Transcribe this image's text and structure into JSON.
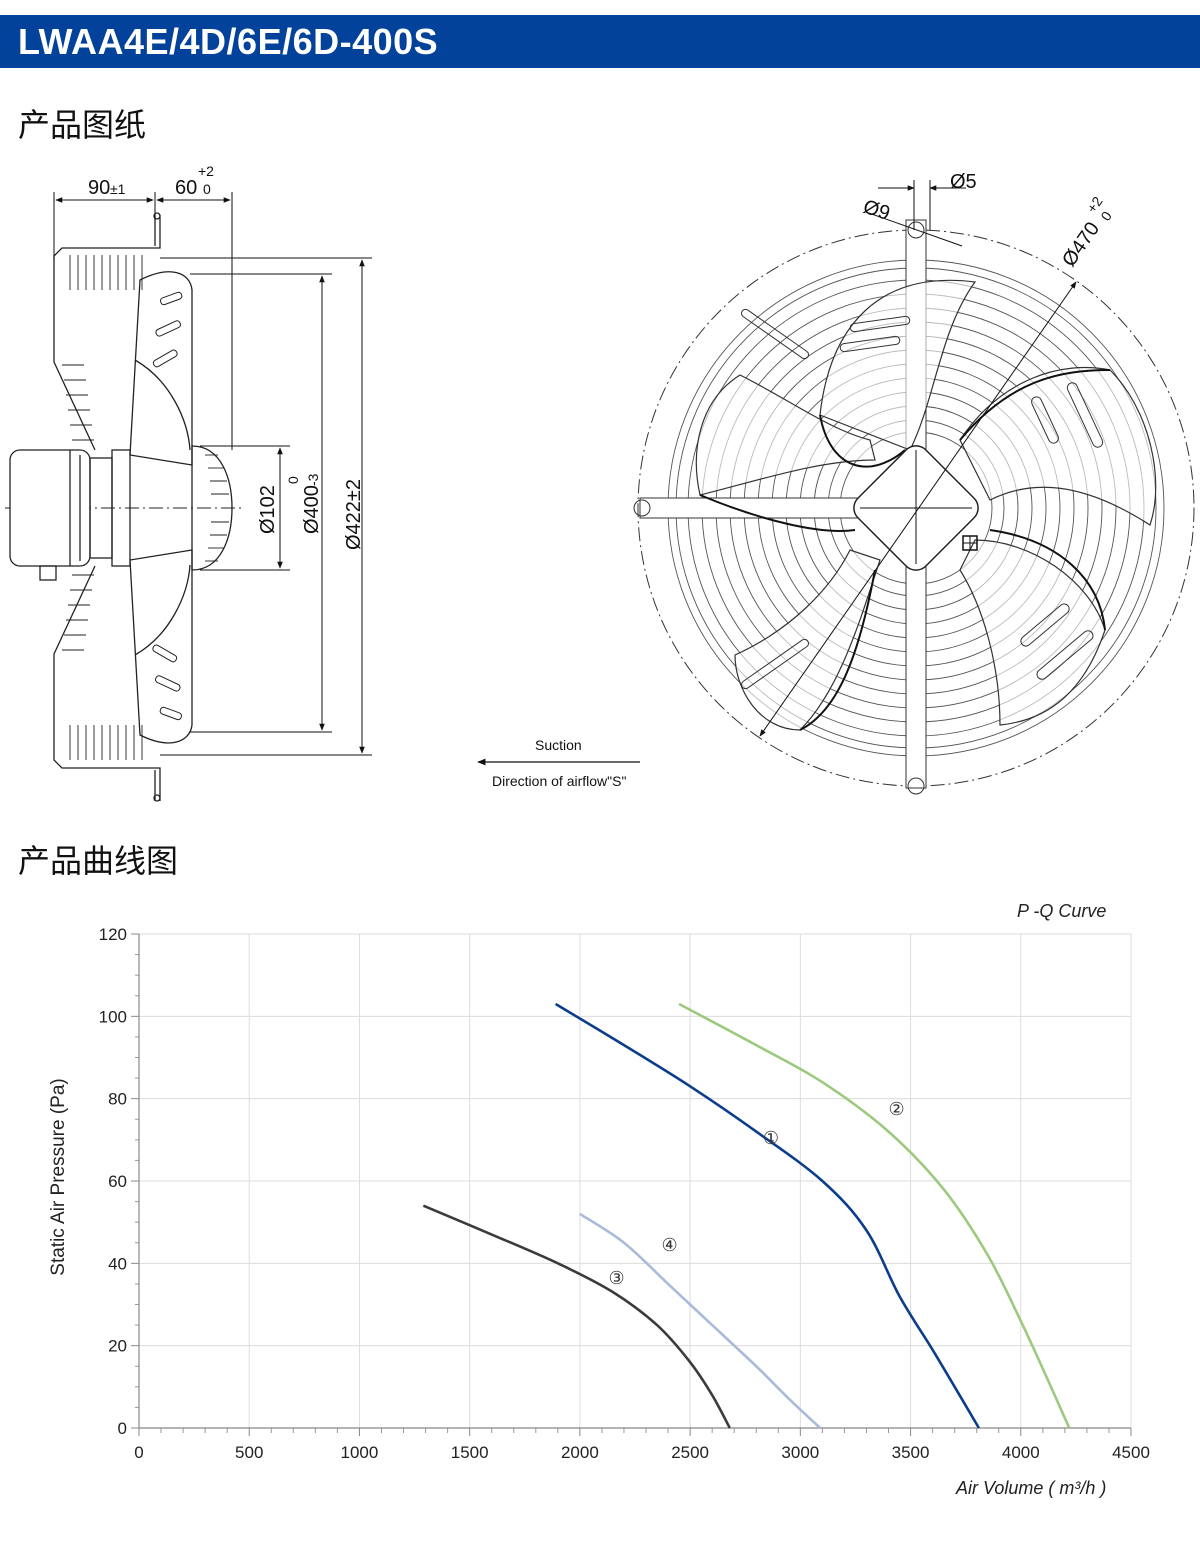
{
  "header": {
    "title": "LWAA4E/4D/6E/6D-400S",
    "color": "#03429a"
  },
  "sections": {
    "drawing_heading": "产品图纸",
    "curve_heading": "产品曲线图"
  },
  "drawing": {
    "side_view": {
      "dim_depth": "90",
      "dim_depth_tol": "±1",
      "dim_inlet": "60",
      "dim_inlet_tol_upper": "+2",
      "dim_inlet_tol_lower": "0",
      "dim_hub": "Ø102",
      "dim_blade": "Ø400",
      "dim_blade_tol_upper": "0",
      "dim_blade_tol_lower": "-3",
      "dim_guard": "Ø422±2"
    },
    "front_view": {
      "dim_slot_outer": "Ø9",
      "dim_slot_inner": "Ø5",
      "dim_mount": "Ø470",
      "dim_mount_tol_upper": "+2",
      "dim_mount_tol_lower": "0"
    },
    "airflow": {
      "suction_label": "Suction",
      "direction_label": "Direction of airflow\"S\""
    }
  },
  "chart_data": {
    "type": "line",
    "title": "P -Q Curve",
    "xlabel": "Air Volume ( m³/h )",
    "ylabel": "Static Air Pressure  (Pa)",
    "xlim": [
      0,
      4500
    ],
    "ylim": [
      0,
      120
    ],
    "x_ticks": [
      0,
      500,
      1000,
      1500,
      2000,
      2500,
      3000,
      3500,
      4000,
      4500
    ],
    "y_ticks": [
      0,
      20,
      40,
      60,
      80,
      100,
      120
    ],
    "grid": true,
    "series": [
      {
        "name": "①",
        "color": "#0b3d8c",
        "points": [
          [
            1890,
            103
          ],
          [
            2200,
            93
          ],
          [
            2500,
            83
          ],
          [
            2800,
            72
          ],
          [
            3100,
            60
          ],
          [
            3300,
            48
          ],
          [
            3450,
            32
          ],
          [
            3600,
            19
          ],
          [
            3700,
            10
          ],
          [
            3810,
            0
          ]
        ]
      },
      {
        "name": "②",
        "color": "#9cc97d",
        "points": [
          [
            2450,
            103
          ],
          [
            2800,
            93
          ],
          [
            3100,
            84
          ],
          [
            3400,
            72
          ],
          [
            3650,
            58
          ],
          [
            3850,
            42
          ],
          [
            4000,
            26
          ],
          [
            4120,
            12
          ],
          [
            4220,
            0
          ]
        ]
      },
      {
        "name": "③",
        "color": "#3b3b3b",
        "points": [
          [
            1290,
            54
          ],
          [
            1600,
            47
          ],
          [
            1900,
            40
          ],
          [
            2150,
            33
          ],
          [
            2350,
            25
          ],
          [
            2500,
            16
          ],
          [
            2600,
            8
          ],
          [
            2680,
            0
          ]
        ]
      },
      {
        "name": "④",
        "color": "#a9bbd9",
        "points": [
          [
            2000,
            52
          ],
          [
            2200,
            45
          ],
          [
            2400,
            35
          ],
          [
            2600,
            25
          ],
          [
            2800,
            15
          ],
          [
            2950,
            7
          ],
          [
            3090,
            0
          ]
        ]
      }
    ]
  }
}
